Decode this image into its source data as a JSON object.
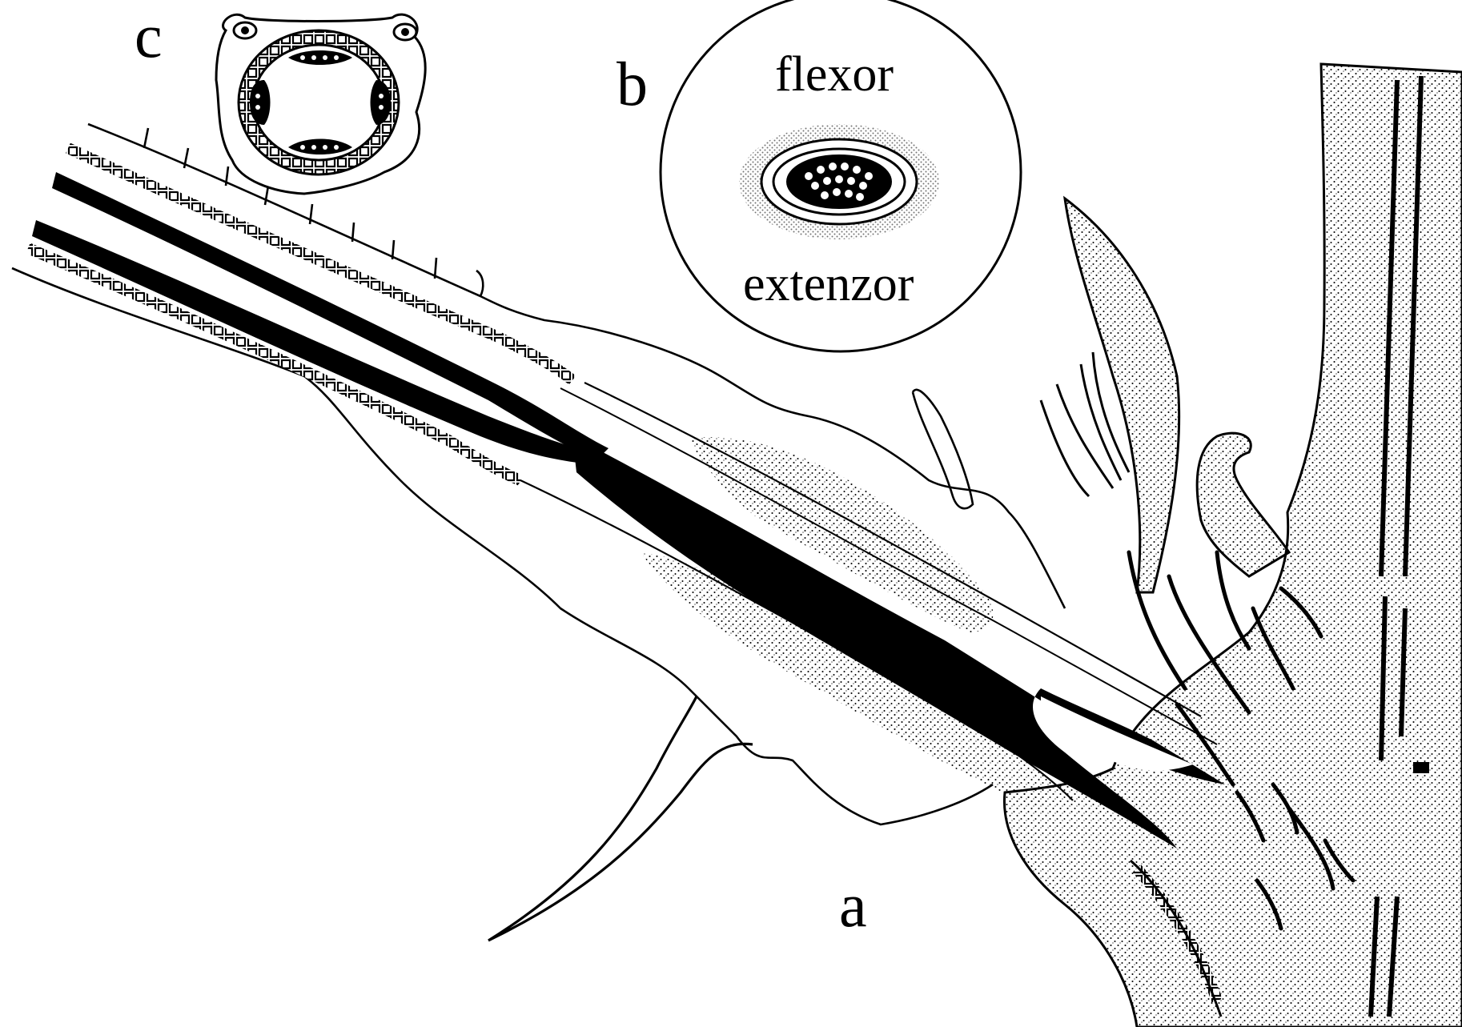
{
  "labels": {
    "panel_a": "a",
    "panel_b": "b",
    "panel_c": "c",
    "flexor": "flexor",
    "extenzor": "extenzor"
  },
  "colors": {
    "ink": "#000000",
    "paper": "#ffffff"
  }
}
